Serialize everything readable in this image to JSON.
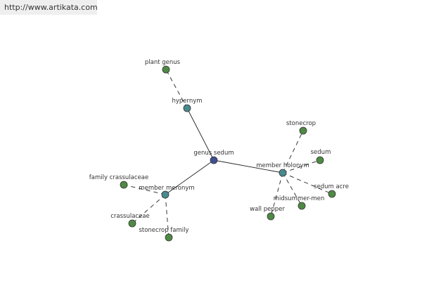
{
  "header": {
    "url": "http://www.artikata.com"
  },
  "colors": {
    "center": "#3f4f8f",
    "relation": "#4a8a8e",
    "leaf": "#4e8a44",
    "label": "#333333"
  },
  "graph": {
    "center": {
      "id": "genus-sedum",
      "label": "genus sedum"
    },
    "relations": [
      {
        "id": "hypernym",
        "label": "hypernym"
      },
      {
        "id": "member-holonym",
        "label": "member holonym"
      },
      {
        "id": "member-meronym",
        "label": "member meronym"
      }
    ],
    "leaves": [
      {
        "id": "plant-genus",
        "label": "plant genus",
        "relation": "hypernym"
      },
      {
        "id": "stonecrop",
        "label": "stonecrop",
        "relation": "member-holonym"
      },
      {
        "id": "sedum",
        "label": "sedum",
        "relation": "member-holonym"
      },
      {
        "id": "sedum-acre",
        "label": "sedum acre",
        "relation": "member-holonym"
      },
      {
        "id": "midsummer-men",
        "label": "midsummer-men",
        "relation": "member-holonym"
      },
      {
        "id": "wall-pepper",
        "label": "wall pepper",
        "relation": "member-holonym"
      },
      {
        "id": "family-crassulaceae",
        "label": "family crassulaceae",
        "relation": "member-meronym"
      },
      {
        "id": "crassulaceae",
        "label": "crassulaceae",
        "relation": "member-meronym"
      },
      {
        "id": "stonecrop-family",
        "label": "stonecrop family",
        "relation": "member-meronym"
      }
    ]
  }
}
